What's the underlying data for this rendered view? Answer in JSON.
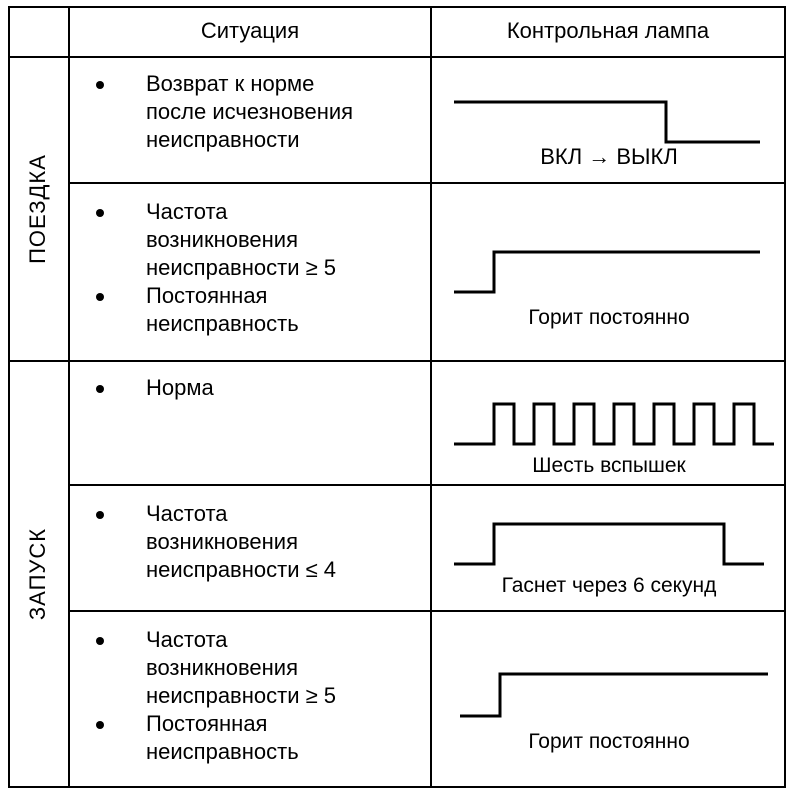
{
  "header": {
    "situation": "Ситуация",
    "lamp": "Контрольная лампа"
  },
  "groups": {
    "trip": "ПОЕЗДКА",
    "start": "ЗАПУСК"
  },
  "rows": [
    {
      "items": [
        "Возврат к норме\nпосле исчезновения\nнеисправности"
      ],
      "lamp_label": "ВКЛ → ВЫКЛ",
      "lamp_pattern": "on-to-off"
    },
    {
      "items": [
        "Частота\nвозникновения\nнеисправности ≥ 5",
        "Постоянная\nнеисправность"
      ],
      "lamp_label": "Горит постоянно",
      "lamp_pattern": "steady-on"
    },
    {
      "items": [
        "Норма"
      ],
      "lamp_label": "Шесть вспышек",
      "lamp_pattern": "six-flashes"
    },
    {
      "items": [
        "Частота\nвозникновения\nнеисправности ≤ 4"
      ],
      "lamp_label": "Гаснет через 6 секунд",
      "lamp_pattern": "off-after-6s"
    },
    {
      "items": [
        "Частота\nвозникновения\nнеисправности ≥ 5",
        "Постоянная\nнеисправность"
      ],
      "lamp_label": "Горит постоянно",
      "lamp_pattern": "steady-on"
    }
  ]
}
